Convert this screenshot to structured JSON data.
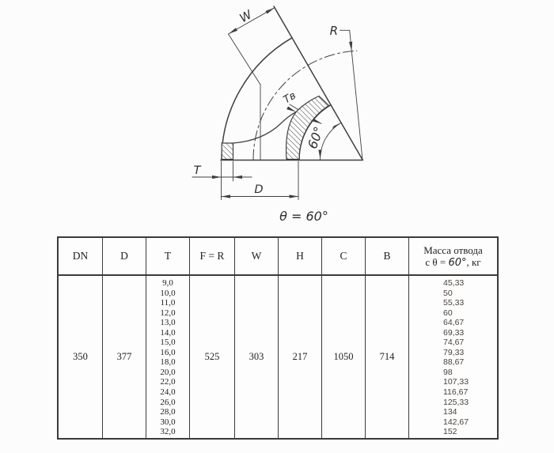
{
  "drawing": {
    "labels": {
      "w": "W",
      "r": "R",
      "t": "T",
      "d": "D",
      "tv": "Тв",
      "angle": "60°",
      "caption": "θ = 60°"
    }
  },
  "table": {
    "headers": [
      "DN",
      "D",
      "T",
      "F = R",
      "W",
      "H",
      "C",
      "B"
    ],
    "mass_header": {
      "line1": "Масса отвода",
      "prefix": "с θ = ",
      "angle": "60°",
      "suffix": ", кг"
    },
    "row": {
      "dn": "350",
      "d": "377",
      "t_values": [
        "9,0",
        "10,0",
        "11,0",
        "12,0",
        "13,0",
        "14,0",
        "15,0",
        "16,0",
        "18,0",
        "20,0",
        "22,0",
        "24,0",
        "26,0",
        "28,0",
        "30,0",
        "32,0"
      ],
      "f_r": "525",
      "w": "303",
      "h": "217",
      "c": "1050",
      "b": "714",
      "mass_values": [
        "45,33",
        "50",
        "55,33",
        "60",
        "64,67",
        "69,33",
        "74,67",
        "79,33",
        "88,67",
        "98",
        "107,33",
        "116,67",
        "125,33",
        "134",
        "142,67",
        "152"
      ]
    }
  },
  "colors": {
    "line": "#3f3f3f",
    "mass_text": "#4b413c"
  }
}
